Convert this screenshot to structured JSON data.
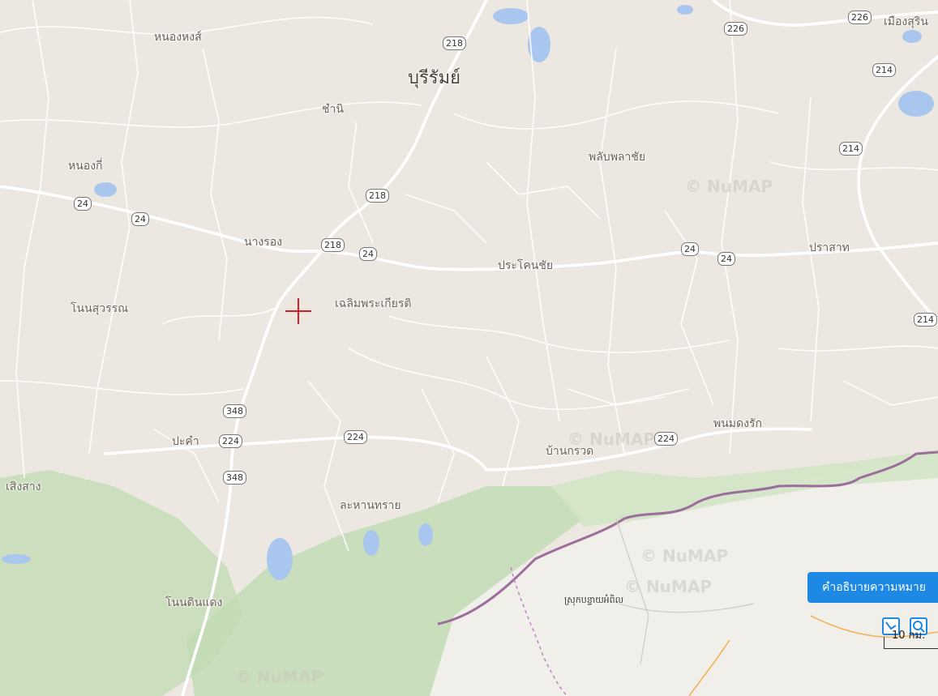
{
  "places": {
    "buriram": "บุรีรัมย์",
    "nong_hong": "หนองหงส์",
    "chamni": "ชำนิ",
    "nong_ki": "หนองกี่",
    "nang_rong": "นางรอง",
    "non_suwan": "โนนสุวรรณ",
    "chaloem": "เฉลิมพระเกียรติ",
    "prakhon_chai": "ประโคนชัย",
    "phlapphla_chai": "พลับพลาชัย",
    "prasat": "ปราสาท",
    "mueang_surin": "เมืองสุริน",
    "pakham": "ปะคำ",
    "ban_kruat": "บ้านกรวด",
    "phanom_dong_rak": "พนมดงรัก",
    "lahan_sai": "ละหานทราย",
    "non_din_daeng": "โนนดินแดง",
    "sing_sang": "เสิงสาง",
    "cambodia_district": "ស្រុកបន្ទាយអំពិល"
  },
  "routes": {
    "r218": "218",
    "r226": "226",
    "r214": "214",
    "r24": "24",
    "r348": "348",
    "r224": "224"
  },
  "watermark": "© NuMAP",
  "legend_button_label": "คำอธิบายความหมาย",
  "scale_label": "10 กม.",
  "icons": {
    "measure_tool": "measure-line-icon",
    "zoom_box_tool": "zoom-box-icon",
    "center_marker": "crosshair-icon"
  },
  "colors": {
    "land": "#ece8e1",
    "water": "#a9c7ee",
    "forest": "#c3dcb5",
    "road": "#ffffff",
    "border": "#9b6e9c",
    "accent": "#1e88e5",
    "marker": "#d21f1f"
  }
}
